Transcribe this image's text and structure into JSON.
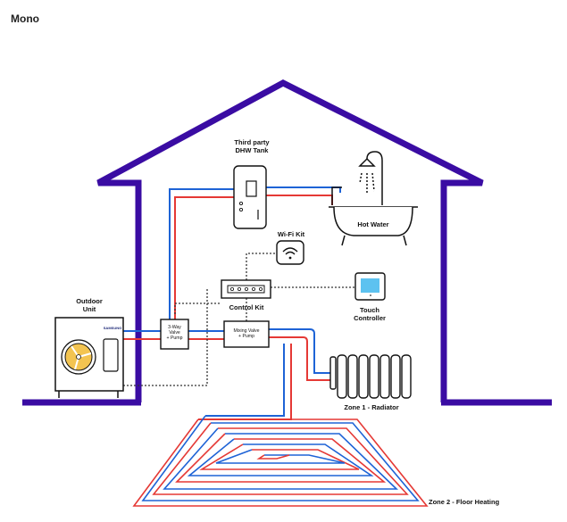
{
  "page": {
    "title": "Mono"
  },
  "labels": {
    "tank_line1": "Third party",
    "tank_line2": "DHW Tank",
    "hot_water": "Hot Water",
    "wifi_kit": "Wi-Fi Kit",
    "control_kit": "Control Kit",
    "touch_line1": "Touch",
    "touch_line2": "Controller",
    "outdoor_line1": "Outdoor",
    "outdoor_line2": "Unit",
    "brand": "SAMSUNG",
    "valve_line1": "3-Way",
    "valve_line2": "Valve",
    "valve_line3": "+ Pump",
    "mixing_line1": "Mixing Valve",
    "mixing_line2": "+ Pump",
    "zone1": "Zone 1 - Radiator",
    "zone2": "Zone 2 - Floor Heating"
  },
  "colors": {
    "house": "#3a0ca3",
    "hot_pipe": "#e53935",
    "cold_pipe": "#1e63d6",
    "signal": "#333333",
    "yellow_fan": "#f3c451",
    "screen": "#5dc2f0"
  }
}
